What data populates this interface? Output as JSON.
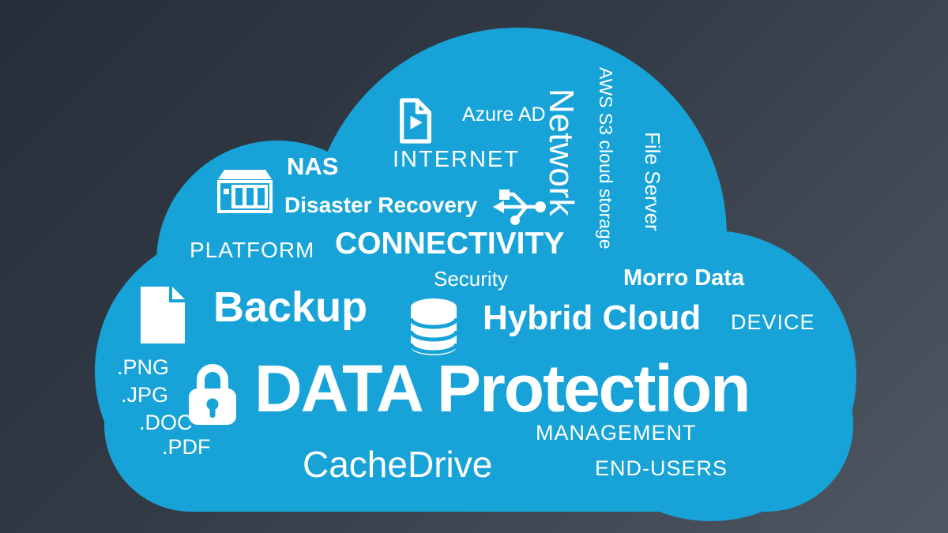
{
  "background": {
    "gradient_start": "#262e39",
    "gradient_end": "#4f5862"
  },
  "cloud": {
    "fill": "#17a3d8",
    "text_color": "#ffffff"
  },
  "words": {
    "azure_ad": "Azure AD",
    "internet": "INTERNET",
    "network": "Network",
    "aws_s3": "AWS S3 cloud storage",
    "file_server": "File Server",
    "nas": "NAS",
    "disaster_recovery": "Disaster Recovery",
    "connectivity": "CONNECTIVITY",
    "platform": "PLATFORM",
    "security": "Security",
    "morro_data": "Morro Data",
    "backup": "Backup",
    "hybrid_cloud": "Hybrid Cloud",
    "device": "DEVICE",
    "png": ".PNG",
    "jpg": ".JPG",
    "doc": ".DOC",
    "pdf": ".PDF",
    "data_protection": "DATA Protection",
    "management": "MANAGEMENT",
    "end_users": "END-USERS",
    "cachedrive": "CacheDrive"
  },
  "icons": {
    "media_file": "media-file-icon",
    "nas": "nas-icon",
    "usb": "usb-icon",
    "document": "document-icon",
    "database": "database-icon",
    "lock": "lock-icon"
  }
}
